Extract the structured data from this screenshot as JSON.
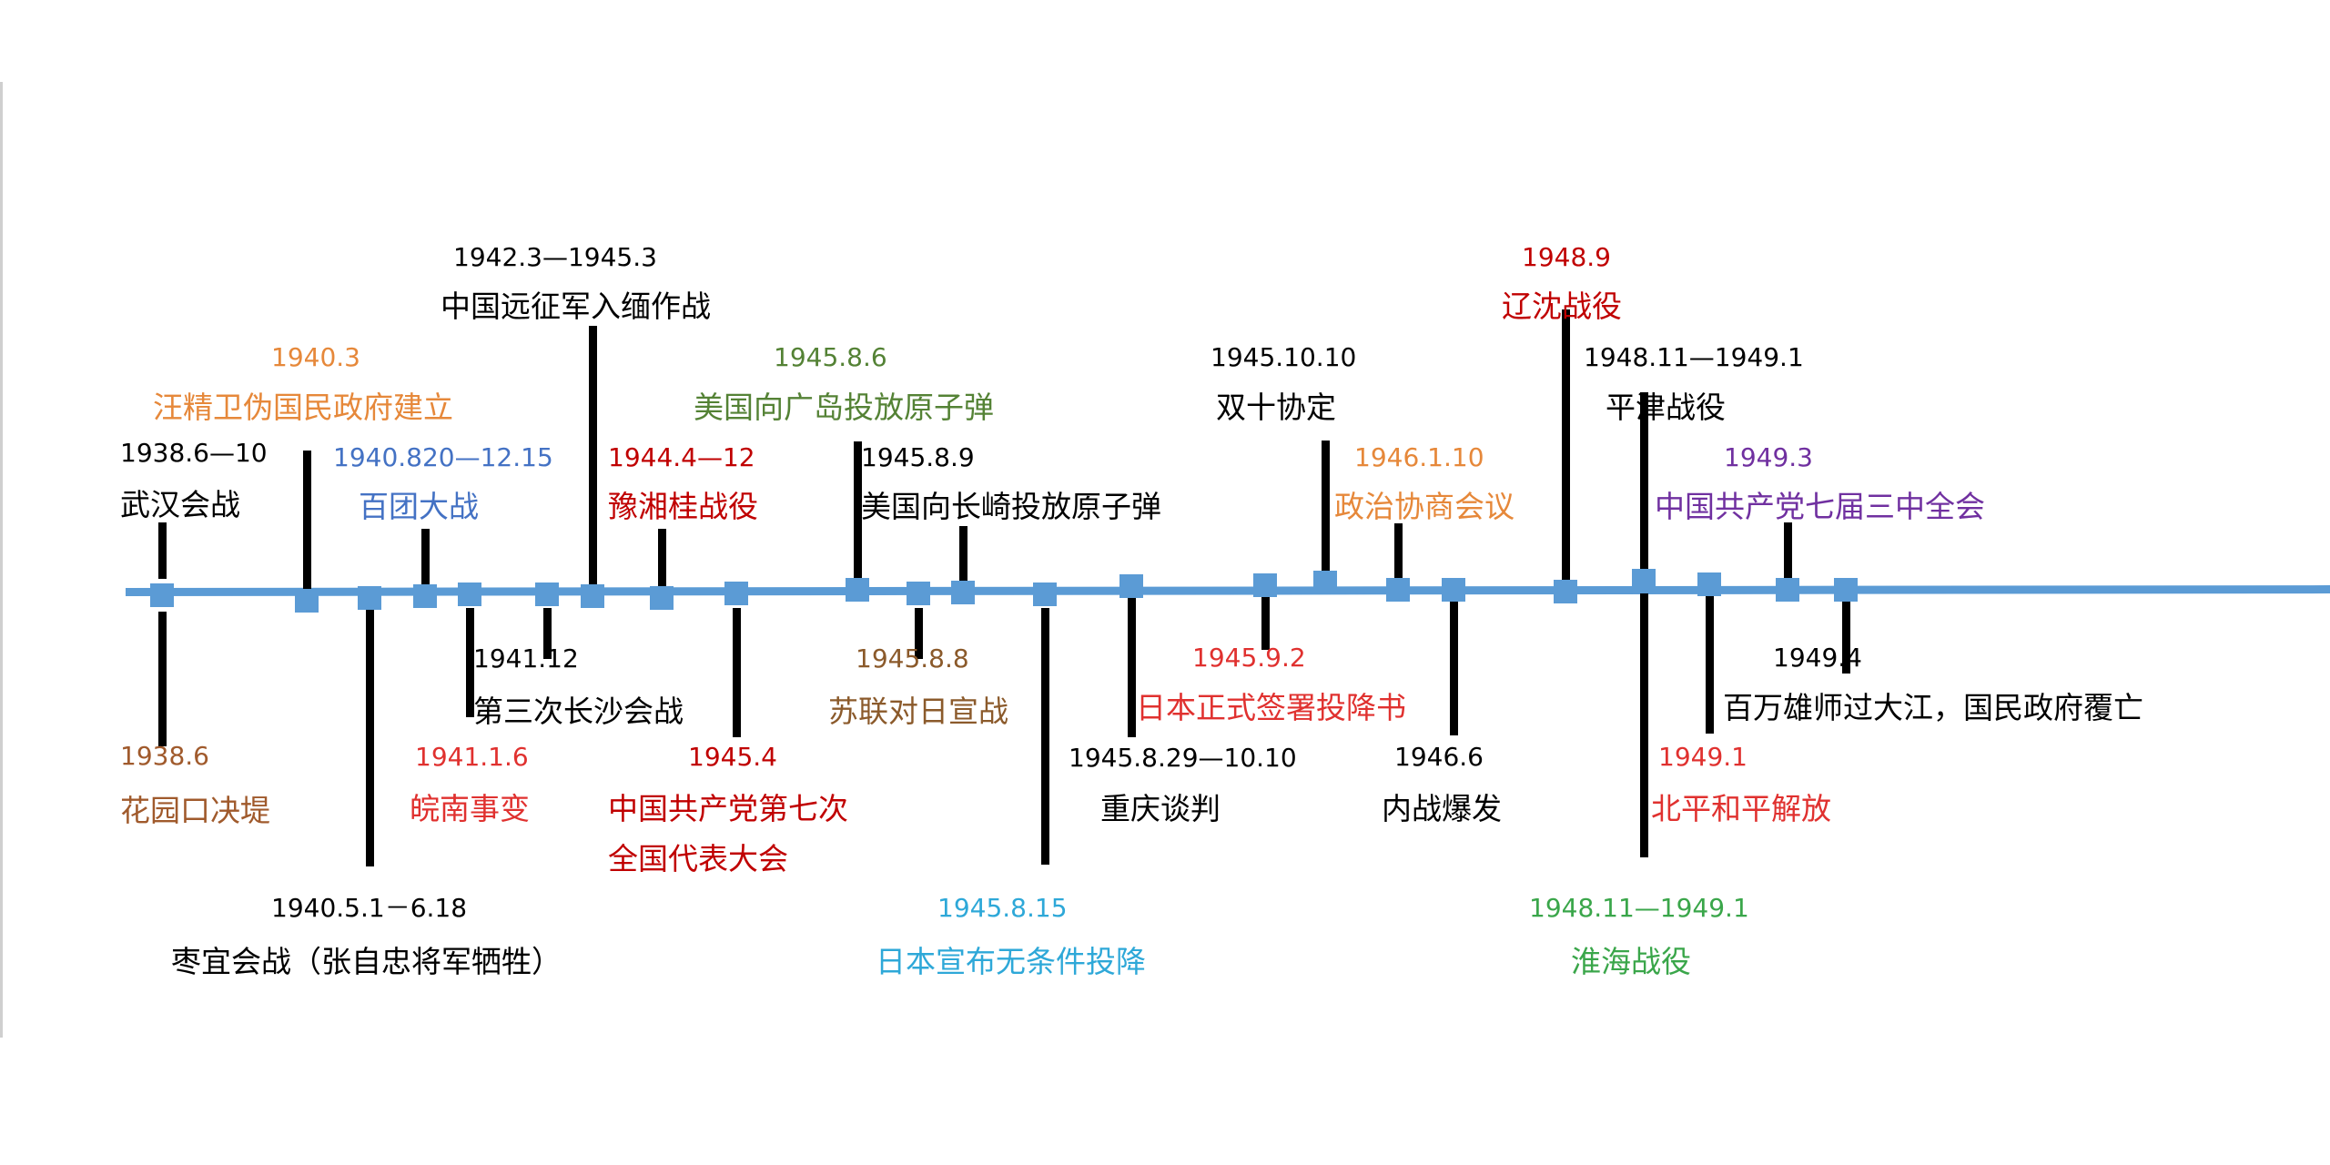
{
  "timeline": {
    "axis_color": "#5b9bd5",
    "events": [
      {
        "id": "e01",
        "date": "1938.6—10",
        "title": "武汉会战",
        "color": "#000000",
        "side": "above"
      },
      {
        "id": "e02",
        "date": "1938.6",
        "title": "花园口决堤",
        "color": "#a05a2c",
        "side": "below"
      },
      {
        "id": "e03",
        "date": "1940.3",
        "title": "汪精卫伪国民政府建立",
        "color": "#e6883a",
        "side": "above"
      },
      {
        "id": "e04",
        "date": "1940.5.1－6.18",
        "title": "枣宜会战（张自忠将军牺牲）",
        "color": "#000000",
        "side": "below"
      },
      {
        "id": "e05",
        "date": "1940.820—12.15",
        "title": "百团大战",
        "color": "#4472c4",
        "side": "above"
      },
      {
        "id": "e06",
        "date": "1941.1.6",
        "title": "皖南事变",
        "color": "#e0312f",
        "side": "below"
      },
      {
        "id": "e07",
        "date": "1941.12",
        "title": "第三次长沙会战",
        "color": "#000000",
        "side": "below"
      },
      {
        "id": "e08",
        "date": "1942.3—1945.3",
        "title": "中国远征军入缅作战",
        "color": "#000000",
        "side": "above"
      },
      {
        "id": "e09",
        "date": "1944.4—12",
        "title": "豫湘桂战役",
        "color": "#c00000",
        "side": "above"
      },
      {
        "id": "e10",
        "date": "1945.4",
        "title": "中国共产党第七次",
        "title2": "全国代表大会",
        "color": "#c00000",
        "side": "below"
      },
      {
        "id": "e11",
        "date": "1945.8.6",
        "title": "美国向广岛投放原子弹",
        "color": "#548235",
        "side": "above"
      },
      {
        "id": "e12",
        "date": "1945.8.9",
        "title": "美国向长崎投放原子弹",
        "color": "#000000",
        "side": "above"
      },
      {
        "id": "e13",
        "date": "1945.8.8",
        "title": "苏联对日宣战",
        "color": "#8b5a2b",
        "side": "below"
      },
      {
        "id": "e14",
        "date": "1945.8.15",
        "title": "日本宣布无条件投降",
        "color": "#2ea8d8",
        "side": "below"
      },
      {
        "id": "e15",
        "date": "1945.8.29—10.10",
        "title": "重庆谈判",
        "color": "#000000",
        "side": "below"
      },
      {
        "id": "e16",
        "date": "1945.9.2",
        "title": "日本正式签署投降书",
        "color": "#e0312f",
        "side": "below"
      },
      {
        "id": "e17",
        "date": "1945.10.10",
        "title": "双十协定",
        "color": "#000000",
        "side": "above"
      },
      {
        "id": "e18",
        "date": "1946.1.10",
        "title": "政治协商会议",
        "color": "#e6883a",
        "side": "above"
      },
      {
        "id": "e19",
        "date": "1946.6",
        "title": "内战爆发",
        "color": "#000000",
        "side": "below"
      },
      {
        "id": "e20",
        "date": "1948.9",
        "title": "辽沈战役",
        "color": "#c00000",
        "side": "above"
      },
      {
        "id": "e21",
        "date": "1948.11—1949.1",
        "title": "平津战役",
        "color": "#000000",
        "side": "above"
      },
      {
        "id": "e22",
        "date": "1948.11—1949.1",
        "title": "淮海战役",
        "color": "#3aa64a",
        "side": "below"
      },
      {
        "id": "e23",
        "date": "1949.1",
        "title": "北平和平解放",
        "color": "#e0312f",
        "side": "below"
      },
      {
        "id": "e24",
        "date": "1949.3",
        "title": "中国共产党七届三中全会",
        "color": "#7030a0",
        "side": "above"
      },
      {
        "id": "e25",
        "date": "1949.4",
        "title": "百万雄师过大江，国民政府覆亡",
        "color": "#000000",
        "side": "below"
      }
    ]
  }
}
